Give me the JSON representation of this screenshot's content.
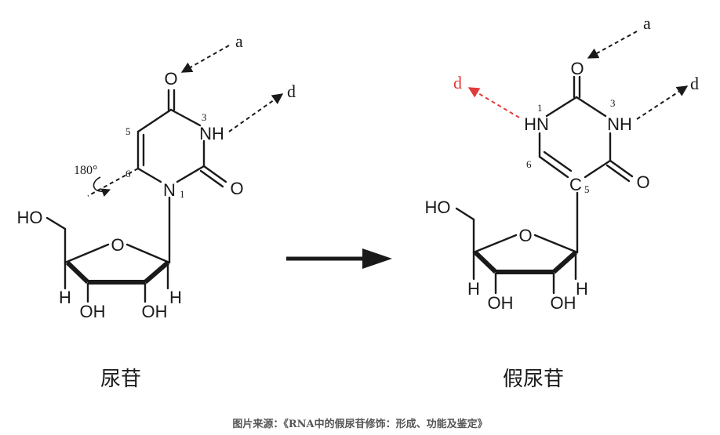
{
  "uridine": {
    "name": "尿苷",
    "atoms": {
      "o4": "O",
      "n3": "NH",
      "n1": "N",
      "o2": "O",
      "ho5": "HO",
      "o_ring": "O",
      "h4": "H",
      "h1": "H",
      "oh3": "OH",
      "oh2": "OH"
    },
    "numbers": {
      "n3": "3",
      "c5": "5",
      "c6": "6",
      "n1": "1"
    },
    "rotation": "180°",
    "label_a": "a",
    "label_d": "d"
  },
  "pseudouridine": {
    "name": "假尿苷",
    "atoms": {
      "o2": "O",
      "n1": "HN",
      "n3": "NH",
      "c5": "C",
      "o4": "O",
      "ho5": "HO",
      "o_ring": "O",
      "h4": "H",
      "h1": "H",
      "oh3": "OH",
      "oh2": "OH"
    },
    "numbers": {
      "n1": "1",
      "n3": "3",
      "c6": "6",
      "c5": "5"
    },
    "label_a": "a",
    "label_d_left": "d",
    "label_d_right": "d"
  },
  "caption": "图片来源：《RNA中的假尿苷修饰：形成、功能及鉴定》",
  "colors": {
    "ink": "#1a1a1a",
    "highlight": "#e23b3b",
    "caption": "#555555"
  }
}
